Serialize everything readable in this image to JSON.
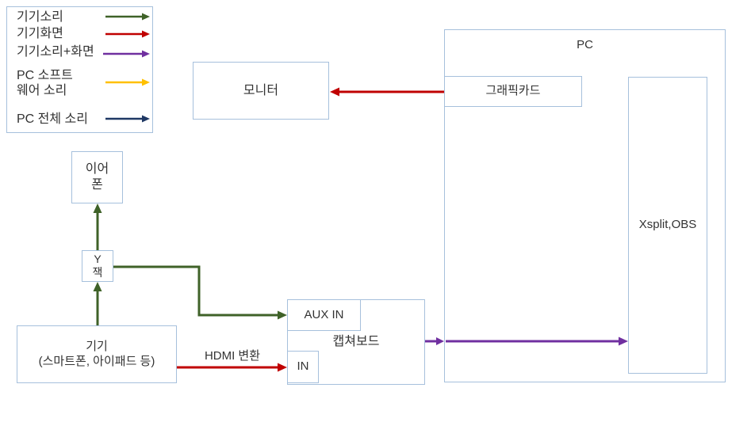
{
  "legend": {
    "items": [
      {
        "key": "device_sound",
        "label": "기기소리"
      },
      {
        "key": "device_screen",
        "label": "기기화면"
      },
      {
        "key": "device_sound_screen",
        "label": "기기소리+화면"
      },
      {
        "key": "pc_software_sound",
        "label": "PC 소프트\n웨어 소리"
      },
      {
        "key": "pc_all_sound",
        "label": "PC 전체 소리"
      }
    ]
  },
  "nodes": {
    "monitor": {
      "label": "모니터"
    },
    "pc": {
      "label": "PC"
    },
    "graphics_card": {
      "label": "그래픽카드"
    },
    "xsplit_obs": {
      "label": "Xsplit,OBS"
    },
    "earphone": {
      "label": "이어\n폰"
    },
    "y_jack": {
      "label": "Y\n잭"
    },
    "device": {
      "label": "기기\n(스마트폰, 아이패드 등)"
    },
    "capture_board": {
      "label": "캡쳐보드"
    },
    "aux_in": {
      "label": "AUX IN"
    },
    "hdmi_in": {
      "label": "IN"
    }
  },
  "edges": {
    "hdmi_label": "HDMI 변환"
  },
  "colors": {
    "box_border": "#a6c0dc",
    "device_sound": "#3f6228",
    "device_screen": "#c00000",
    "device_sound_screen": "#7030a0",
    "pc_software_sound": "#ffc000",
    "pc_all_sound": "#1f3864"
  }
}
